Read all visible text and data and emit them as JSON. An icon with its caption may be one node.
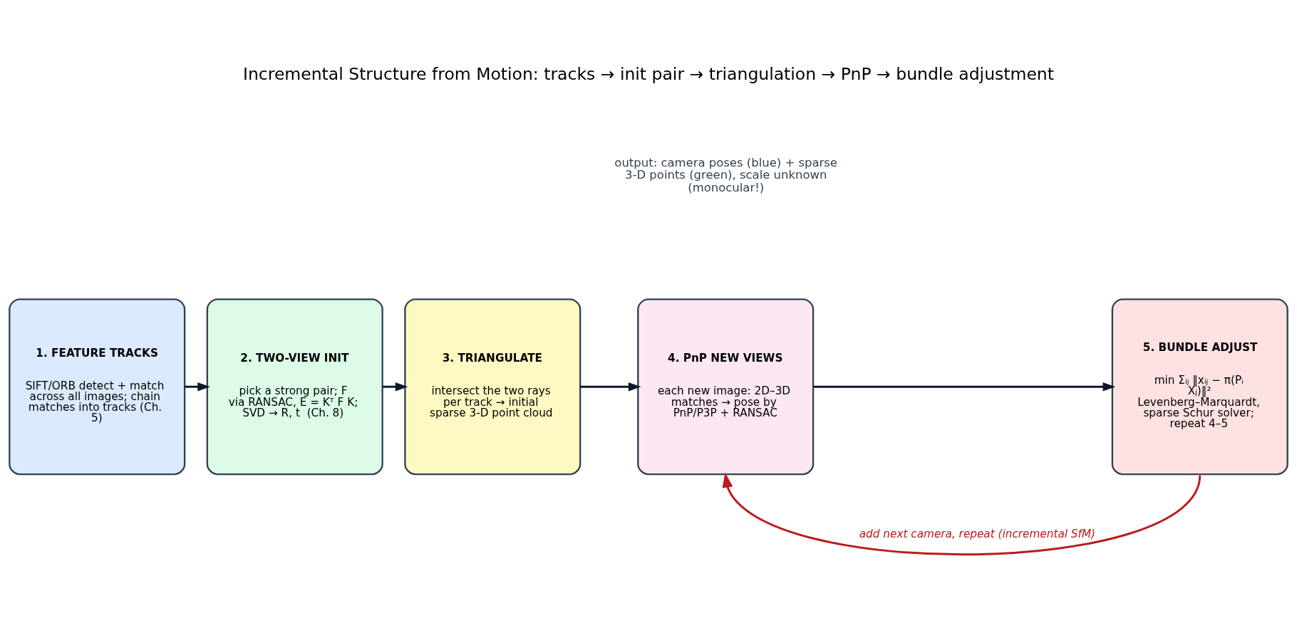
{
  "diagram": {
    "title": "Incremental Structure from Motion: tracks → init pair → triangulation → PnP → bundle adjustment",
    "nodes": [
      {
        "text": [
          "1. FEATURE TRACKS",
          "SIFT/ORB detect + match across all images; chain matches into tracks (Ch. 5)"
        ]
      },
      {
        "text": [
          "2. TWO-VIEW INIT",
          "pick a strong pair; F via RANSAC, E = Kᵀ F K; SVD → R, t  (Ch. 8)"
        ]
      },
      {
        "text": [
          "3. TRIANGULATE",
          "intersect the two rays per track → initial sparse 3-D point cloud"
        ]
      },
      {
        "text": [
          "4. PnP NEW VIEWS",
          "each new image: 2D–3D matches → pose by PnP/P3P + RANSAC"
        ]
      },
      {
        "text": [
          "5. BUNDLE ADJUST",
          "min Σᵢⱼ ‖xᵢⱼ − π(Pᵢ Xⱼ)‖² Levenberg–Marquardt, sparse Schur solver; repeat 4–5"
        ]
      }
    ],
    "edges": [
      {
        "from": 0,
        "to": 1,
        "arrow": "to"
      },
      {
        "from": 1,
        "to": 2,
        "arrow": "to"
      },
      {
        "from": 2,
        "to": 3,
        "arrow": "to"
      },
      {
        "from": 3,
        "to": 4,
        "arrow": "to"
      },
      {
        "from": 4,
        "to": 3,
        "arrow": "to",
        "label": "add next camera, repeat (incremental SfM)",
        "color": "#b91c1c"
      }
    ],
    "labels": [
      "output: camera poses (blue) + sparse 3-D points (green), scale unknown (monocular!)"
    ]
  }
}
